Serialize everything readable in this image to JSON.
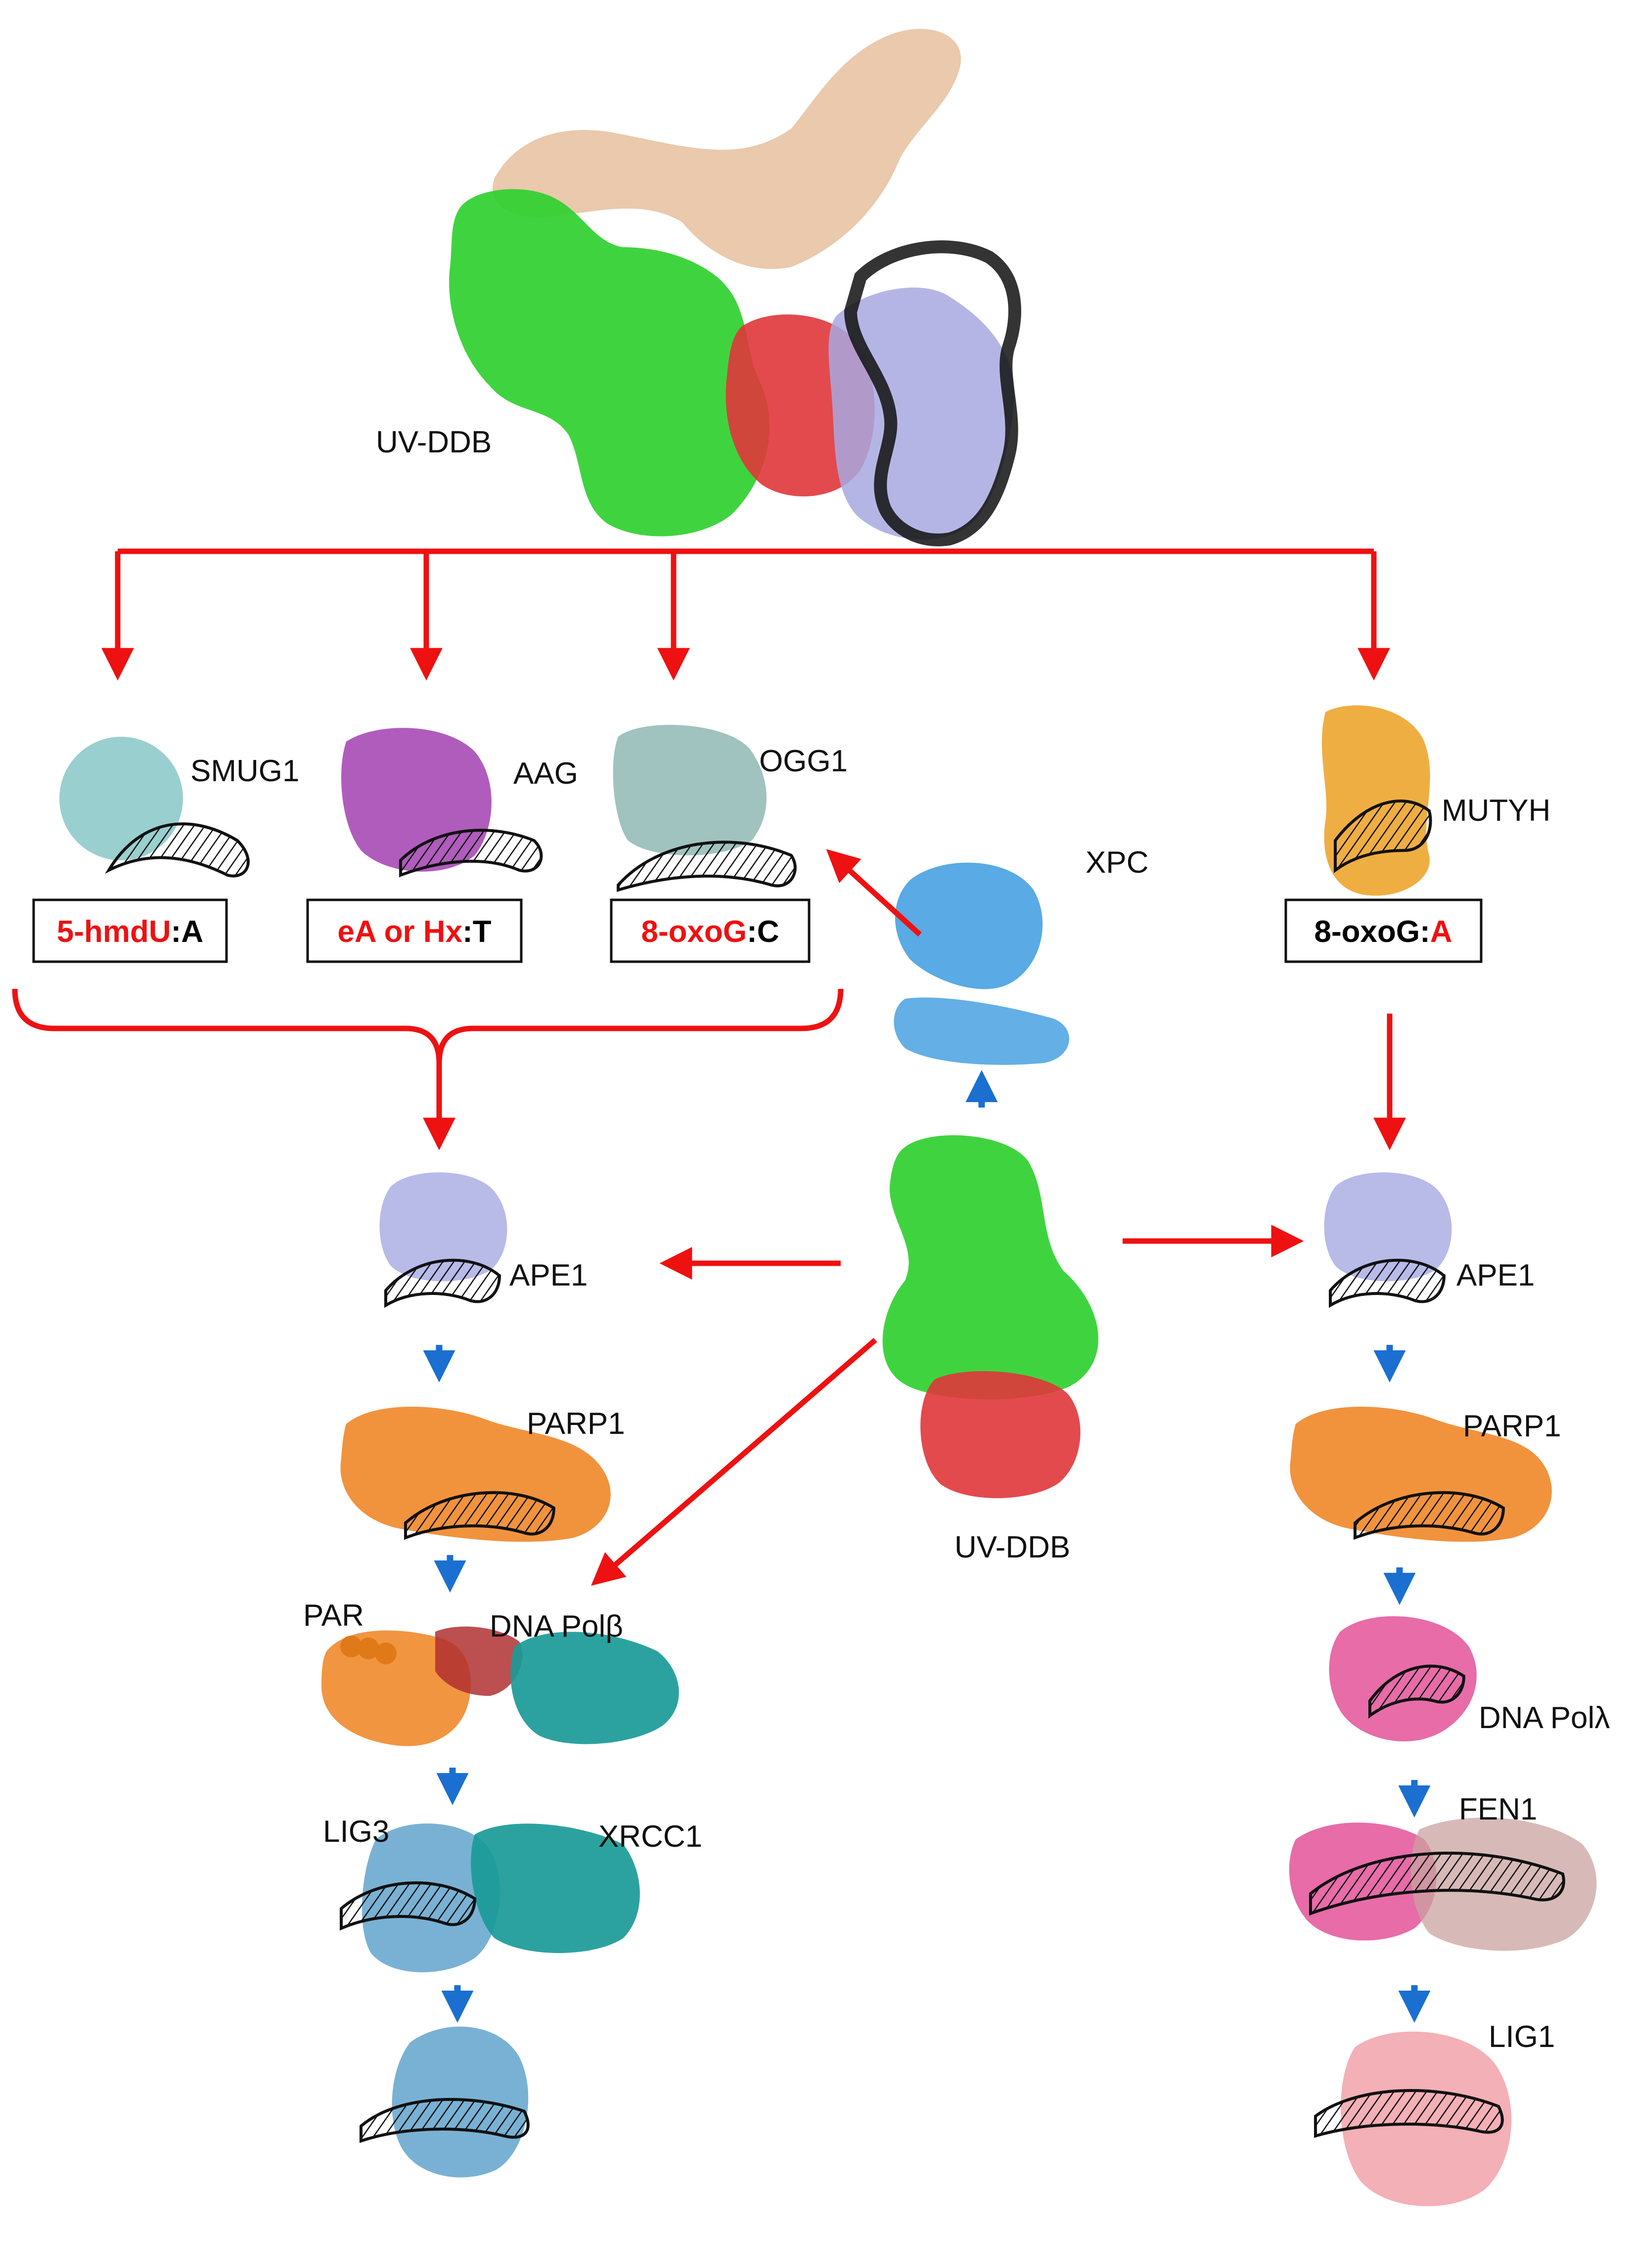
{
  "colors": {
    "red_arrow": "#ee1111",
    "blue_arrow": "#1a6fd1",
    "ddb1": "#2fd02f",
    "ddb2": "#e0363a",
    "dna": "#111111",
    "ddb_tail": "#e8c3a4",
    "histone": "#a8a8e0",
    "smug1": "#8fcaca",
    "aag": "#a23fb0",
    "ogg1": "#8fb8b4",
    "mutyh": "#eda52e",
    "xpc": "#3c9be0",
    "ape1": "#b0b2e6",
    "parp1": "#f08a2c",
    "polb": "#1a9a98",
    "lig3": "#6aa8cf",
    "xrcc1": "#1a9a98",
    "pol_lambda": "#e45c9e",
    "fen1": "#c9a3a0",
    "lig1": "#f2a7ae"
  },
  "labels": {
    "uvddb_top": "UV-DDB",
    "uvddb_center": "UV-DDB",
    "smug1": "SMUG1",
    "aag": "AAG",
    "ogg1": "OGG1",
    "mutyh": "MUTYH",
    "xpc": "XPC",
    "ape1_left": "APE1",
    "ape1_right": "APE1",
    "parp1_left": "PARP1",
    "parp1_right": "PARP1",
    "par": "PAR",
    "dna_polb": "DNA Polβ",
    "lig3": "LIG3",
    "xrcc1": "XRCC1",
    "dna_pol_lambda": "DNA Polλ",
    "fen1": "FEN1",
    "lig1": "LIG1"
  },
  "lesion_boxes": [
    {
      "lesion": "5-hmdU",
      "pair": "A"
    },
    {
      "lesion": "eA or Hx",
      "pair": "T"
    },
    {
      "lesion": "8-oxoG",
      "pair": "C"
    },
    {
      "lesion": "8-oxoG",
      "pair": "A"
    }
  ],
  "icons": [
    "protein-structure-icon",
    "dna-helix-icon",
    "arrow-icon"
  ]
}
